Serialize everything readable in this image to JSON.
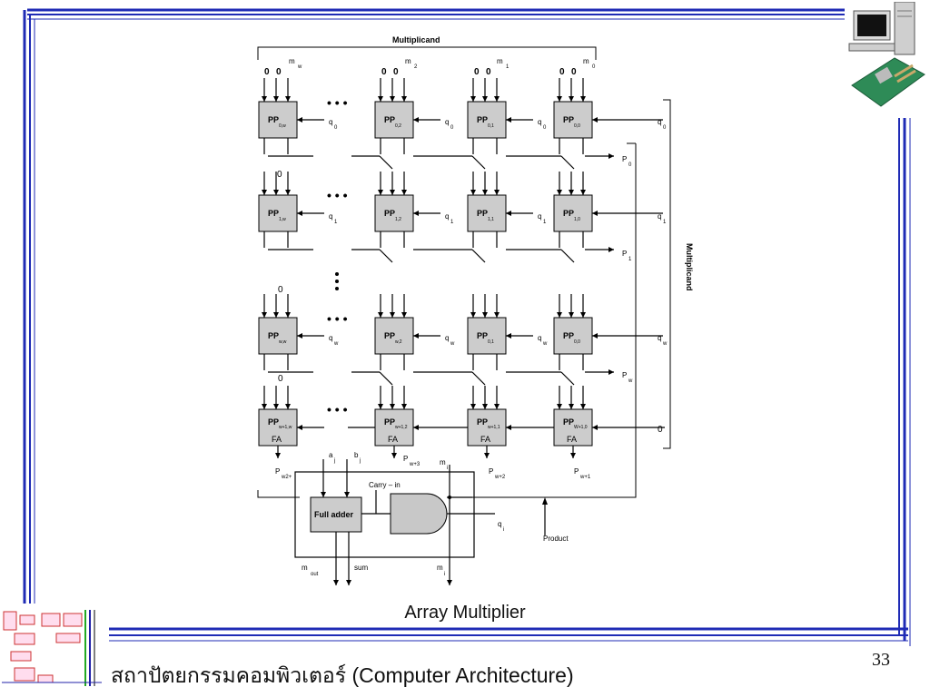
{
  "slide": {
    "caption": "Array Multiplier",
    "course": "สถาปัตยกรรมคอมพิวเตอร์ (Computer Architecture)",
    "slide_number": "33",
    "colors": {
      "frame_blue": "#1f2bb5",
      "cell_gray": "#cccccc",
      "gate_gray": "#c8c8c8"
    }
  },
  "diagram": {
    "multiplicand_top": "Multiplicand",
    "multiplicand_side": "Multiplicand",
    "product_label": "Product",
    "ellipsis": "• • •",
    "full_adder": "Full adder",
    "carry_in": "Carry – in",
    "sum": "sum",
    "fa": "FA",
    "zero": "0",
    "row0": [
      {
        "pp": "PP",
        "sub": "0,w"
      },
      {
        "pp": "PP",
        "sub": "0,2"
      },
      {
        "pp": "PP",
        "sub": "0,1"
      },
      {
        "pp": "PP",
        "sub": "0,0"
      }
    ],
    "row1": [
      {
        "pp": "PP",
        "sub": "1,w"
      },
      {
        "pp": "PP",
        "sub": "1,2"
      },
      {
        "pp": "PP",
        "sub": "1,1"
      },
      {
        "pp": "PP",
        "sub": "1,0"
      }
    ],
    "roww": [
      {
        "pp": "PP",
        "sub": "w,w"
      },
      {
        "pp": "PP",
        "sub": "w,2"
      },
      {
        "pp": "PP",
        "sub": "0,1"
      },
      {
        "pp": "PP",
        "sub": "0,0"
      }
    ],
    "rowfa": [
      {
        "pp": "PP",
        "sub": "w+1,w"
      },
      {
        "pp": "PP",
        "sub": "w+1,2"
      },
      {
        "pp": "PP",
        "sub": "w+1,1"
      },
      {
        "pp": "PP",
        "sub": "W+1,0"
      }
    ],
    "m_labels": [
      "m",
      "m",
      "m",
      "m"
    ],
    "m_subs": [
      "w",
      "2",
      "1",
      "0"
    ],
    "q_labels": [
      "q",
      "q",
      "q"
    ],
    "q0_sub": "0",
    "q1_sub": "1",
    "qw_sub": "w",
    "p_labels": {
      "p0": "P",
      "p0s": "0",
      "p1": "P",
      "p1s": "1",
      "pw": "P",
      "pws": "w"
    },
    "bottom_p": [
      {
        "p": "P",
        "sub": "w2+"
      },
      {
        "p": "P",
        "sub": "w+3"
      },
      {
        "p": "P",
        "sub": "w+2"
      },
      {
        "p": "P",
        "sub": "w+1"
      }
    ],
    "aj": "a",
    "aj_sub": "j",
    "bj": "b",
    "bj_sub": "j",
    "mi": "m",
    "mi_sub": "i",
    "qi": "q",
    "qi_sub": "i",
    "mout": "m",
    "mout_sub": "out",
    "mi2": "m",
    "mi2_sub": "i"
  }
}
